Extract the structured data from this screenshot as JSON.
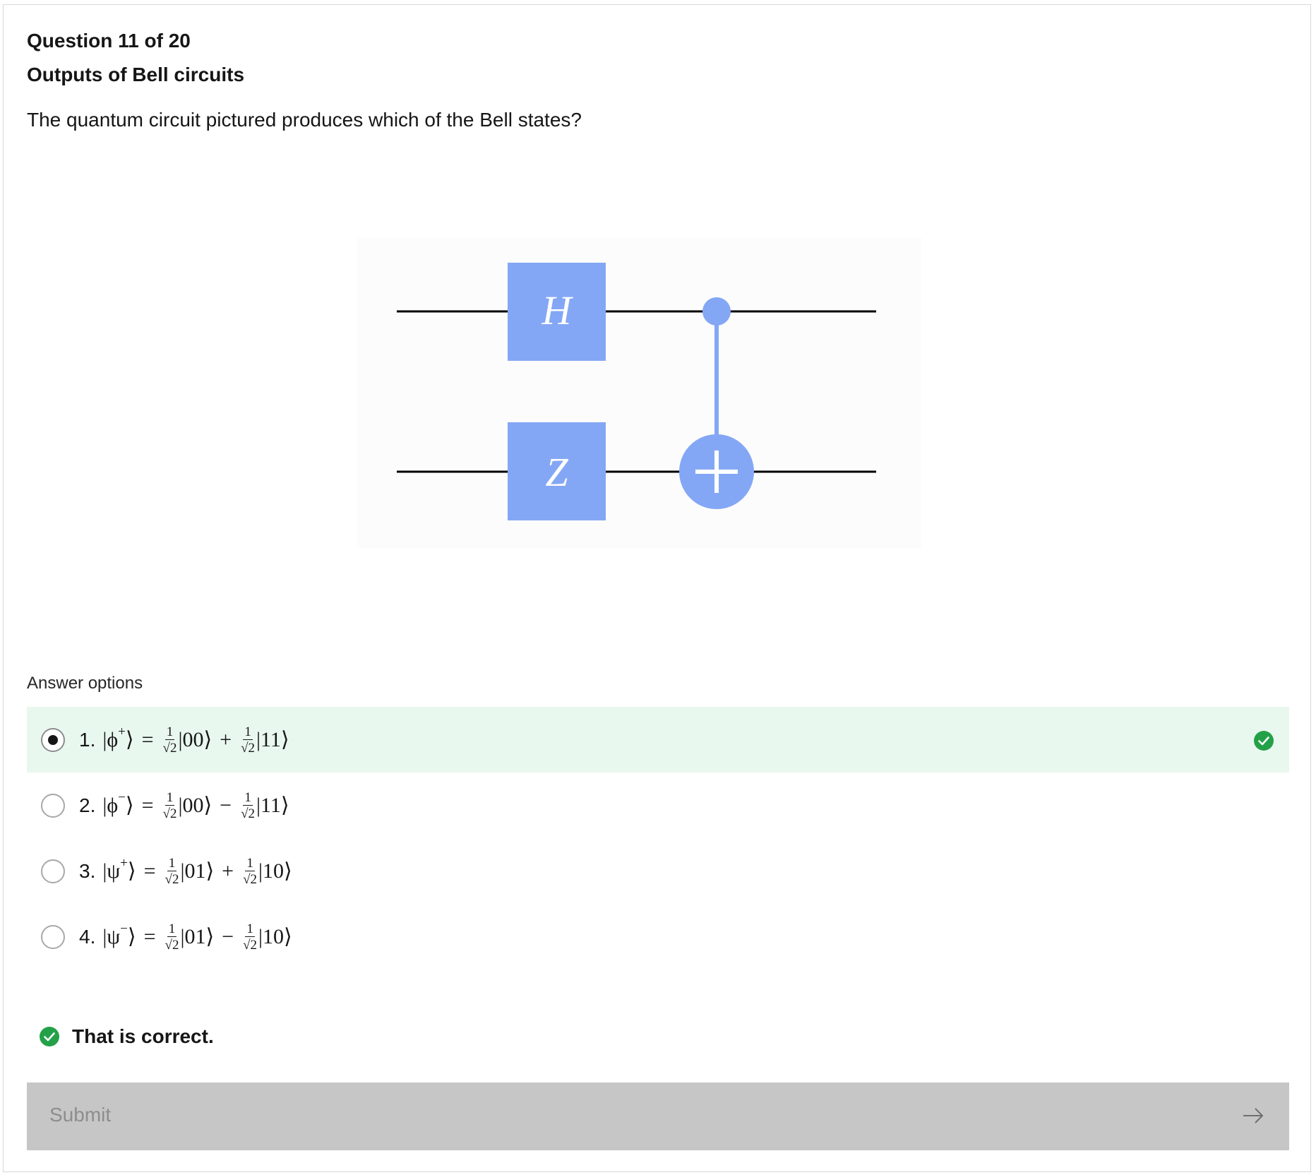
{
  "quiz": {
    "progress": "Question 11 of 20",
    "title": "Outputs of Bell circuits",
    "prompt": "The quantum circuit pictured produces which of the Bell states?"
  },
  "circuit": {
    "gates": {
      "top": "H",
      "bottom": "Z"
    },
    "colors": {
      "gate": "#84a7f5",
      "wire": "#000000"
    }
  },
  "answers": {
    "heading": "Answer options",
    "options": [
      {
        "num": "1.",
        "state": "|ϕ⟩",
        "sign": "+",
        "lhs_open": "|ϕ",
        "lhs_close": "⟩",
        "eq": "=",
        "frac_num": "1",
        "frac_den": "√2",
        "ket_a": "|00⟩",
        "op": "+",
        "ket_b": "|11⟩",
        "selected": true,
        "correct": true
      },
      {
        "num": "2.",
        "lhs_open": "|ϕ",
        "sign": "−",
        "lhs_close": "⟩",
        "eq": "=",
        "frac_num": "1",
        "frac_den": "√2",
        "ket_a": "|00⟩",
        "op": "−",
        "ket_b": "|11⟩",
        "selected": false
      },
      {
        "num": "3.",
        "lhs_open": "|ψ",
        "sign": "+",
        "lhs_close": "⟩",
        "eq": "=",
        "frac_num": "1",
        "frac_den": "√2",
        "ket_a": "|01⟩",
        "op": "+",
        "ket_b": "|10⟩",
        "selected": false
      },
      {
        "num": "4.",
        "lhs_open": "|ψ",
        "sign": "−",
        "lhs_close": "⟩",
        "eq": "=",
        "frac_num": "1",
        "frac_den": "√2",
        "ket_a": "|01⟩",
        "op": "−",
        "ket_b": "|10⟩",
        "selected": false
      }
    ]
  },
  "feedback": {
    "text": "That is correct.",
    "icon": "check-circle-icon",
    "color": "#24a148"
  },
  "submit": {
    "label": "Submit",
    "icon": "arrow-right-icon",
    "disabled": true
  }
}
